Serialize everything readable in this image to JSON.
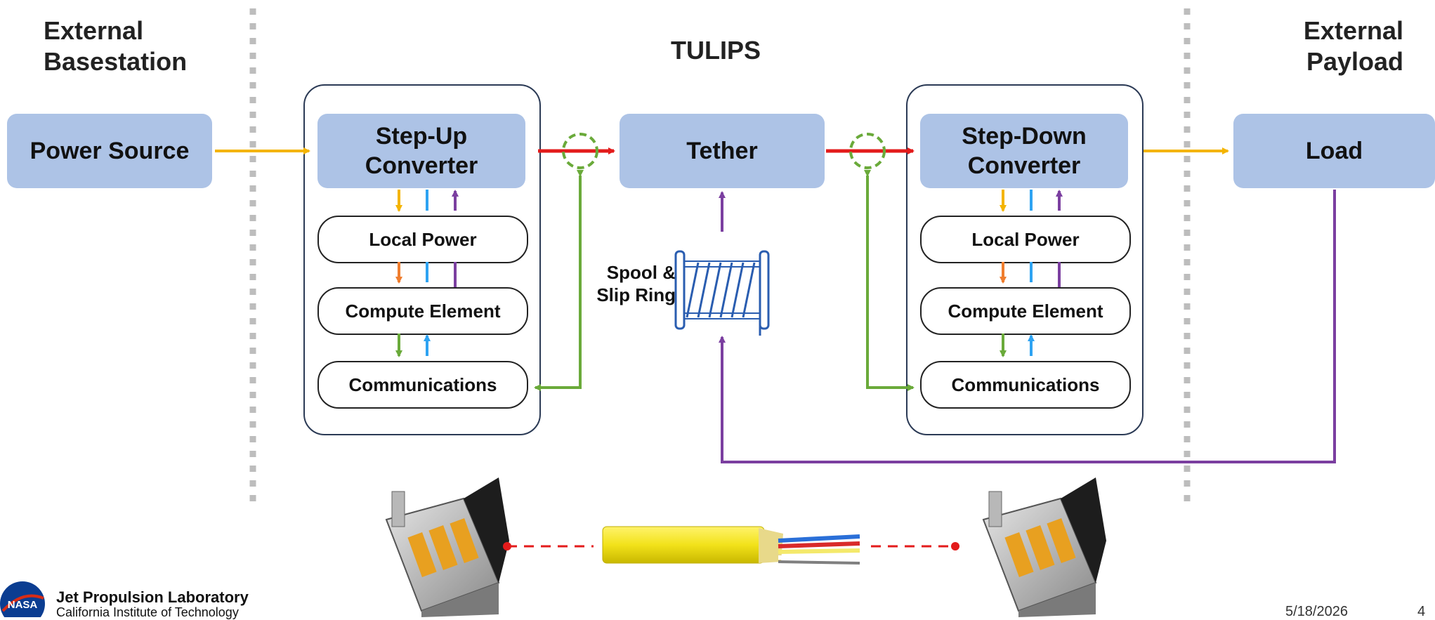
{
  "sections": {
    "left": "External Basestation",
    "center": "TULIPS",
    "right": "External Payload"
  },
  "blocks": {
    "power_source": "Power Source",
    "step_up": "Step-Up Converter",
    "tether": "Tether",
    "step_down": "Step-Down Converter",
    "load": "Load"
  },
  "left_stack": [
    "Local Power",
    "Compute Element",
    "Communications"
  ],
  "right_stack": [
    "Local Power",
    "Compute Element",
    "Communications"
  ],
  "spool_label": "Spool & Slip Ring",
  "footer": {
    "org": "Jet Propulsion Laboratory",
    "sub": "California Institute of Technology",
    "logo_text": "NASA",
    "date": "5/18/2026",
    "page": "4"
  },
  "colors": {
    "block_fill": "#adc3e6",
    "power_arrow": "#f4b400",
    "hv_arrow": "#e31b1b",
    "comm_arrow": "#6aaa3a",
    "data_arrow": "#2ea3f2",
    "feedback_arrow": "#7b3fa0",
    "local_power_arrow": "#ef7d2e",
    "divider": "#bdbdbd"
  }
}
